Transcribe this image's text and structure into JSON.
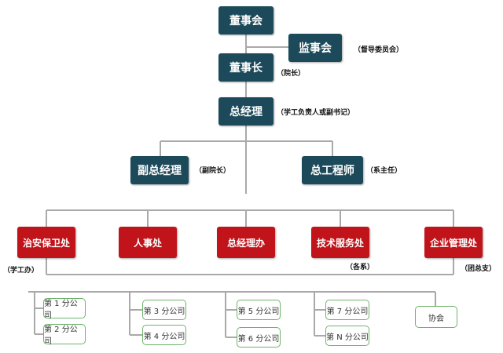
{
  "colors": {
    "executive": "#1d4a5a",
    "department": "#c1131a",
    "unit_border": "#6fb36a",
    "connector": "#a9a9a9"
  },
  "board": {
    "label": "董事会"
  },
  "supervisory": {
    "label": "监事会",
    "note": "（督导委员会）"
  },
  "chairman": {
    "label": "董事长",
    "note": "（院长）"
  },
  "gm": {
    "label": "总经理",
    "note": "（学工负责人或副书记）"
  },
  "deputy_gm": {
    "label": "副总经理",
    "note": "（副院长）"
  },
  "chief_engineer": {
    "label": "总工程师",
    "note": "（系主任）"
  },
  "departments": [
    {
      "label": "治安保卫处",
      "note": "（学工办）"
    },
    {
      "label": "人事处",
      "note": ""
    },
    {
      "label": "总经理办",
      "note": ""
    },
    {
      "label": "技术服务处",
      "note": "（各系）"
    },
    {
      "label": "企业管理处",
      "note": "（团总支）"
    }
  ],
  "units": [
    [
      "第 1 分公司",
      "第 2 分公司"
    ],
    [
      "第 3 分公司",
      "第 4 分公司"
    ],
    [
      "第 5 分公司",
      "第 6 分公司"
    ],
    [
      "第 7 分公司",
      "第 N 分公司"
    ],
    [
      "协会"
    ]
  ]
}
